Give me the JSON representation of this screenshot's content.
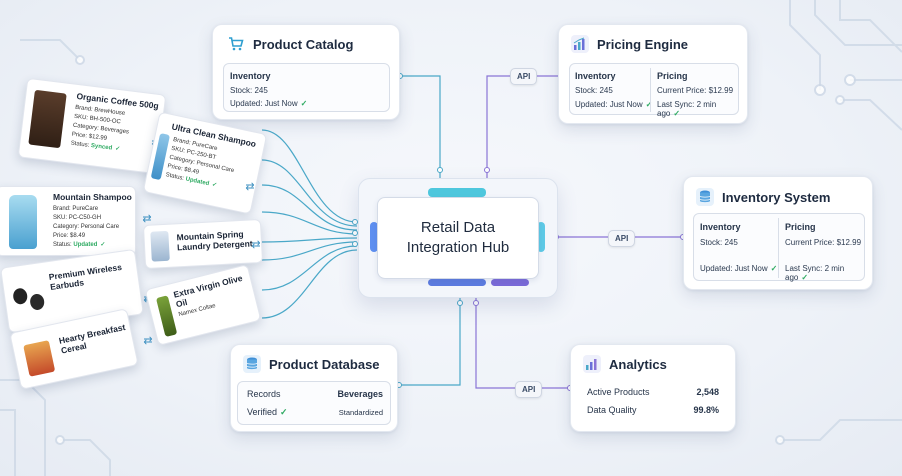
{
  "hub": {
    "title_line1": "Retail Data",
    "title_line2": "Integration Hub"
  },
  "product_catalog": {
    "title": "Product Catalog",
    "section": "Inventory",
    "stock": "Stock: 245",
    "updated": "Updated: Just Now"
  },
  "pricing_engine": {
    "title": "Pricing Engine",
    "inventory_label": "Inventory",
    "stock": "Stock: 245",
    "updated": "Updated: Just Now",
    "pricing_label": "Pricing",
    "current_price": "Current Price: $12.99",
    "last_sync": "Last Sync: 2 min ago"
  },
  "inventory_system": {
    "title": "Inventory System",
    "inventory_label": "Inventory",
    "stock": "Stock: 245",
    "updated": "Updated: Just Now",
    "pricing_label": "Pricing",
    "current_price": "Current Price: $12.99",
    "last_sync": "Last Sync: 2 min ago"
  },
  "product_database": {
    "title": "Product Database",
    "records_label": "Records",
    "records_value": "Beverages",
    "verified_label": "Verified",
    "verified_value": "Standardized"
  },
  "analytics": {
    "title": "Analytics",
    "active_label": "Active Products",
    "active_value": "2,548",
    "quality_label": "Data Quality",
    "quality_value": "99.8%"
  },
  "api_labels": {
    "pricing": "API",
    "inventory": "API",
    "analytics": "API"
  },
  "products": {
    "coffee": {
      "name": "Organic Coffee 500g",
      "brand_k": "Brand:",
      "brand_v": "BrewHouse",
      "sku_k": "SKU:",
      "sku_v": "BH-500-OC",
      "cat_k": "Category:",
      "cat_v": "Beverages",
      "price_k": "Price:",
      "price_v": "$12.99",
      "status_k": "Status:",
      "status_v": "Synced"
    },
    "ultra_shampoo": {
      "name": "Ultra Clean Shampoo",
      "brand_k": "Brand:",
      "brand_v": "PureCare",
      "sku_k": "SKU:",
      "sku_v": "PC-250-BT",
      "cat_k": "Category:",
      "cat_v": "Personal Care",
      "price_k": "Price:",
      "price_v": "$8.49",
      "status_k": "Status:",
      "status_v": "Updated"
    },
    "mountain_shampoo": {
      "name": "Mountain Shampoo",
      "brand_k": "Brand:",
      "brand_v": "PureCare",
      "sku_k": "SKU:",
      "sku_v": "PC-C50-GH",
      "cat_k": "Category:",
      "cat_v": "Personal Care",
      "price_k": "Price:",
      "price_v": "$8.49",
      "status_k": "Status:",
      "status_v": "Updated"
    },
    "detergent": {
      "name_line1": "Mountain Spring",
      "name_line2": "Laundry Detergent"
    },
    "earbuds": {
      "name_line1": "Premium Wireless",
      "name_line2": "Earbuds"
    },
    "olive_oil": {
      "name_line1": "Extra Virgin Olive",
      "name_line2": "Oil",
      "sub": "Namex Coltae"
    },
    "cereal": {
      "name_line1": "Hearty Breakfast",
      "name_line2": "Cereal"
    }
  },
  "colors": {
    "teal": "#4aa8c8",
    "purple": "#8a74d6",
    "blue_accent": "#4f7fe0",
    "check_green": "#2eaa62"
  }
}
